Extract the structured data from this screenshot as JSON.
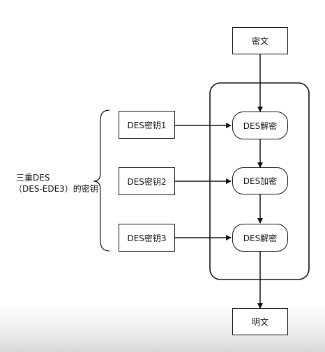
{
  "nodes": {
    "ciphertext": "密文",
    "plaintext": "明文",
    "key1": "DES密钥1",
    "key2": "DES密钥2",
    "key3": "DES密钥3",
    "decrypt1": "DES解密",
    "encrypt": "DES加密",
    "decrypt2": "DES解密"
  },
  "annotation": {
    "line1": "三重DES",
    "line2": "（DES-EDE3）的密钥"
  }
}
